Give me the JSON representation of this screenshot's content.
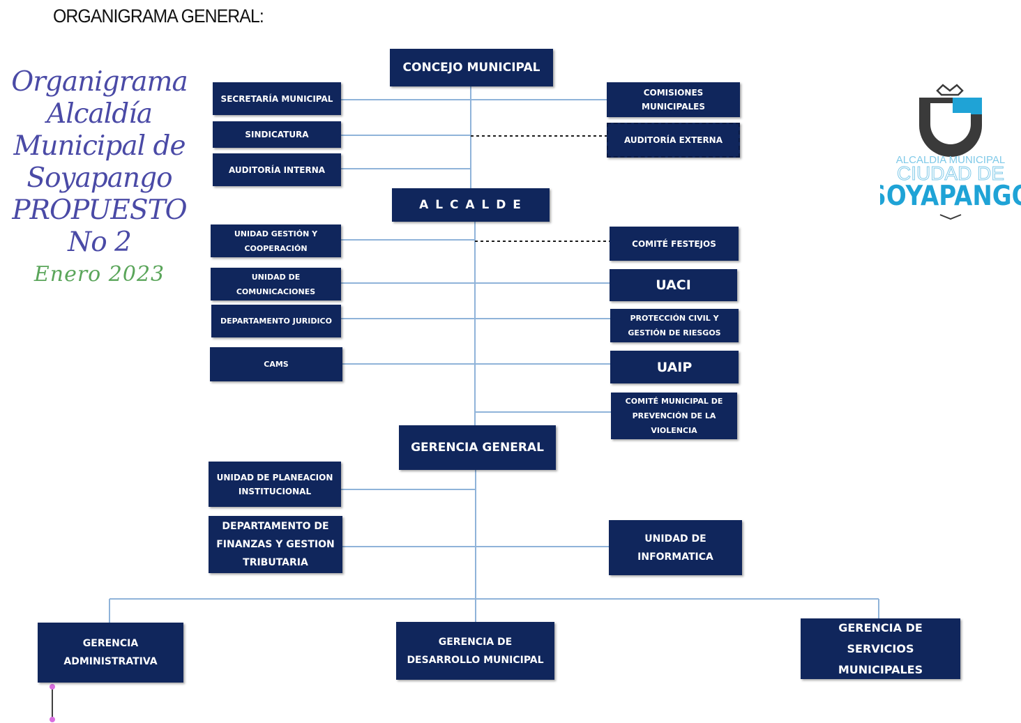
{
  "heading": "ORGANIGRAMA GENERAL:",
  "title_block": {
    "lines": [
      "Organigrama",
      "Alcaldía",
      "Municipal de",
      "Soyapango",
      "PROPUESTO",
      "No 2"
    ],
    "date": "Enero  2023"
  },
  "logo": {
    "line1": "ALCALDIA MUNICIPAL",
    "line2": "CIUDAD DE",
    "line3": "SOYAPANGO"
  },
  "nodes": {
    "concejo": "CONCEJO MUNICIPAL",
    "secretaria": "SECRETARÍA MUNICIPAL",
    "sindicatura": "SINDICATURA",
    "auditoria_interna": "AUDITORÍA  INTERNA",
    "comisiones": "COMISIONES MUNICIPALES",
    "auditoria_externa": "AUDITORÍA EXTERNA",
    "alcalde": "A L C A L D E",
    "unidad_gestion": "UNIDAD GESTIÓN Y COOPERACIÓN",
    "unidad_comunicaciones": "UNIDAD DE COMUNICACIONES",
    "depto_juridico": "DEPARTAMENTO JURIDICO",
    "cams": "CAMS",
    "comite_festejos": "COMITÉ FESTEJOS",
    "uaci": "UACI",
    "proteccion_civil": "PROTECCIÓN CIVIL Y GESTIÓN DE RIESGOS",
    "uaip": "UAIP",
    "comite_violencia": "COMITÉ MUNICIPAL DE PREVENCIÓN DE LA VIOLENCIA",
    "gerencia_general": "GERENCIA GENERAL",
    "planeacion": "UNIDAD DE PLANEACION INSTITUCIONAL",
    "finanzas": "DEPARTAMENTO DE FINANZAS Y GESTION TRIBUTARIA",
    "informatica": "UNIDAD DE INFORMATICA",
    "gerencia_admin": "GERENCIA ADMINISTRATIVA",
    "gerencia_desarrollo": "GERENCIA DE DESARROLLO MUNICIPAL",
    "gerencia_servicios": "GERENCIA DE SERVICIOS MUNICIPALES"
  },
  "colors": {
    "box_fill": "#10265c",
    "box_text": "#ffffff",
    "connector": "#8fb3d9",
    "title_text": "#4a4aa6",
    "date_text": "#5aa55a",
    "logo_dark": "#3a3a3a",
    "logo_blue": "#1fa3d6"
  }
}
